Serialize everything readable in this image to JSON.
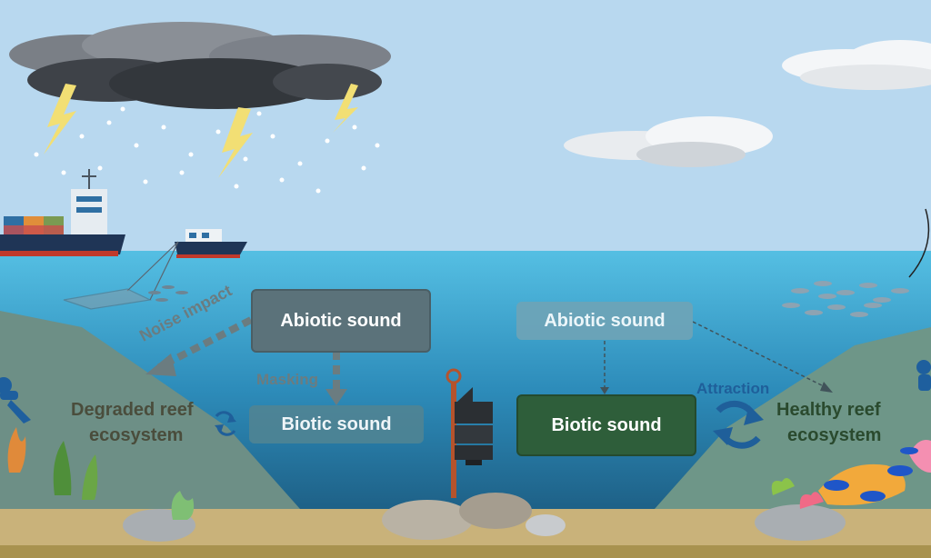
{
  "left_panel": {
    "abiotic_label": "Abiotic sound",
    "biotic_label": "Biotic sound",
    "noise_impact_label": "Noise impact",
    "masking_label": "Masking",
    "ecosystem_label_line1": "Degraded reef",
    "ecosystem_label_line2": "ecosystem"
  },
  "right_panel": {
    "abiotic_label": "Abiotic sound",
    "biotic_label": "Biotic sound",
    "attraction_label": "Attraction",
    "ecosystem_label_line1": "Healthy reef",
    "ecosystem_label_line2": "ecosystem"
  },
  "colors": {
    "sky": "#b8d8ef",
    "ocean_surface": "#4fb9df",
    "ocean_deep": "#1b5f86",
    "seabed": "#c9b27a",
    "degraded_box": "#5c7d86",
    "healthy_box": "#2e5e3a",
    "arrow_grey": "#6b7c80",
    "attraction_blue": "#1f5f9a"
  },
  "icons": [
    "storm-cloud-icon",
    "lightning-icon",
    "container-ship-icon",
    "fishing-boat-icon",
    "fishing-net-icon",
    "fish-school-icon",
    "hydrophone-icon",
    "diver-icon",
    "coral-icon",
    "recycle-arrows-icon"
  ]
}
